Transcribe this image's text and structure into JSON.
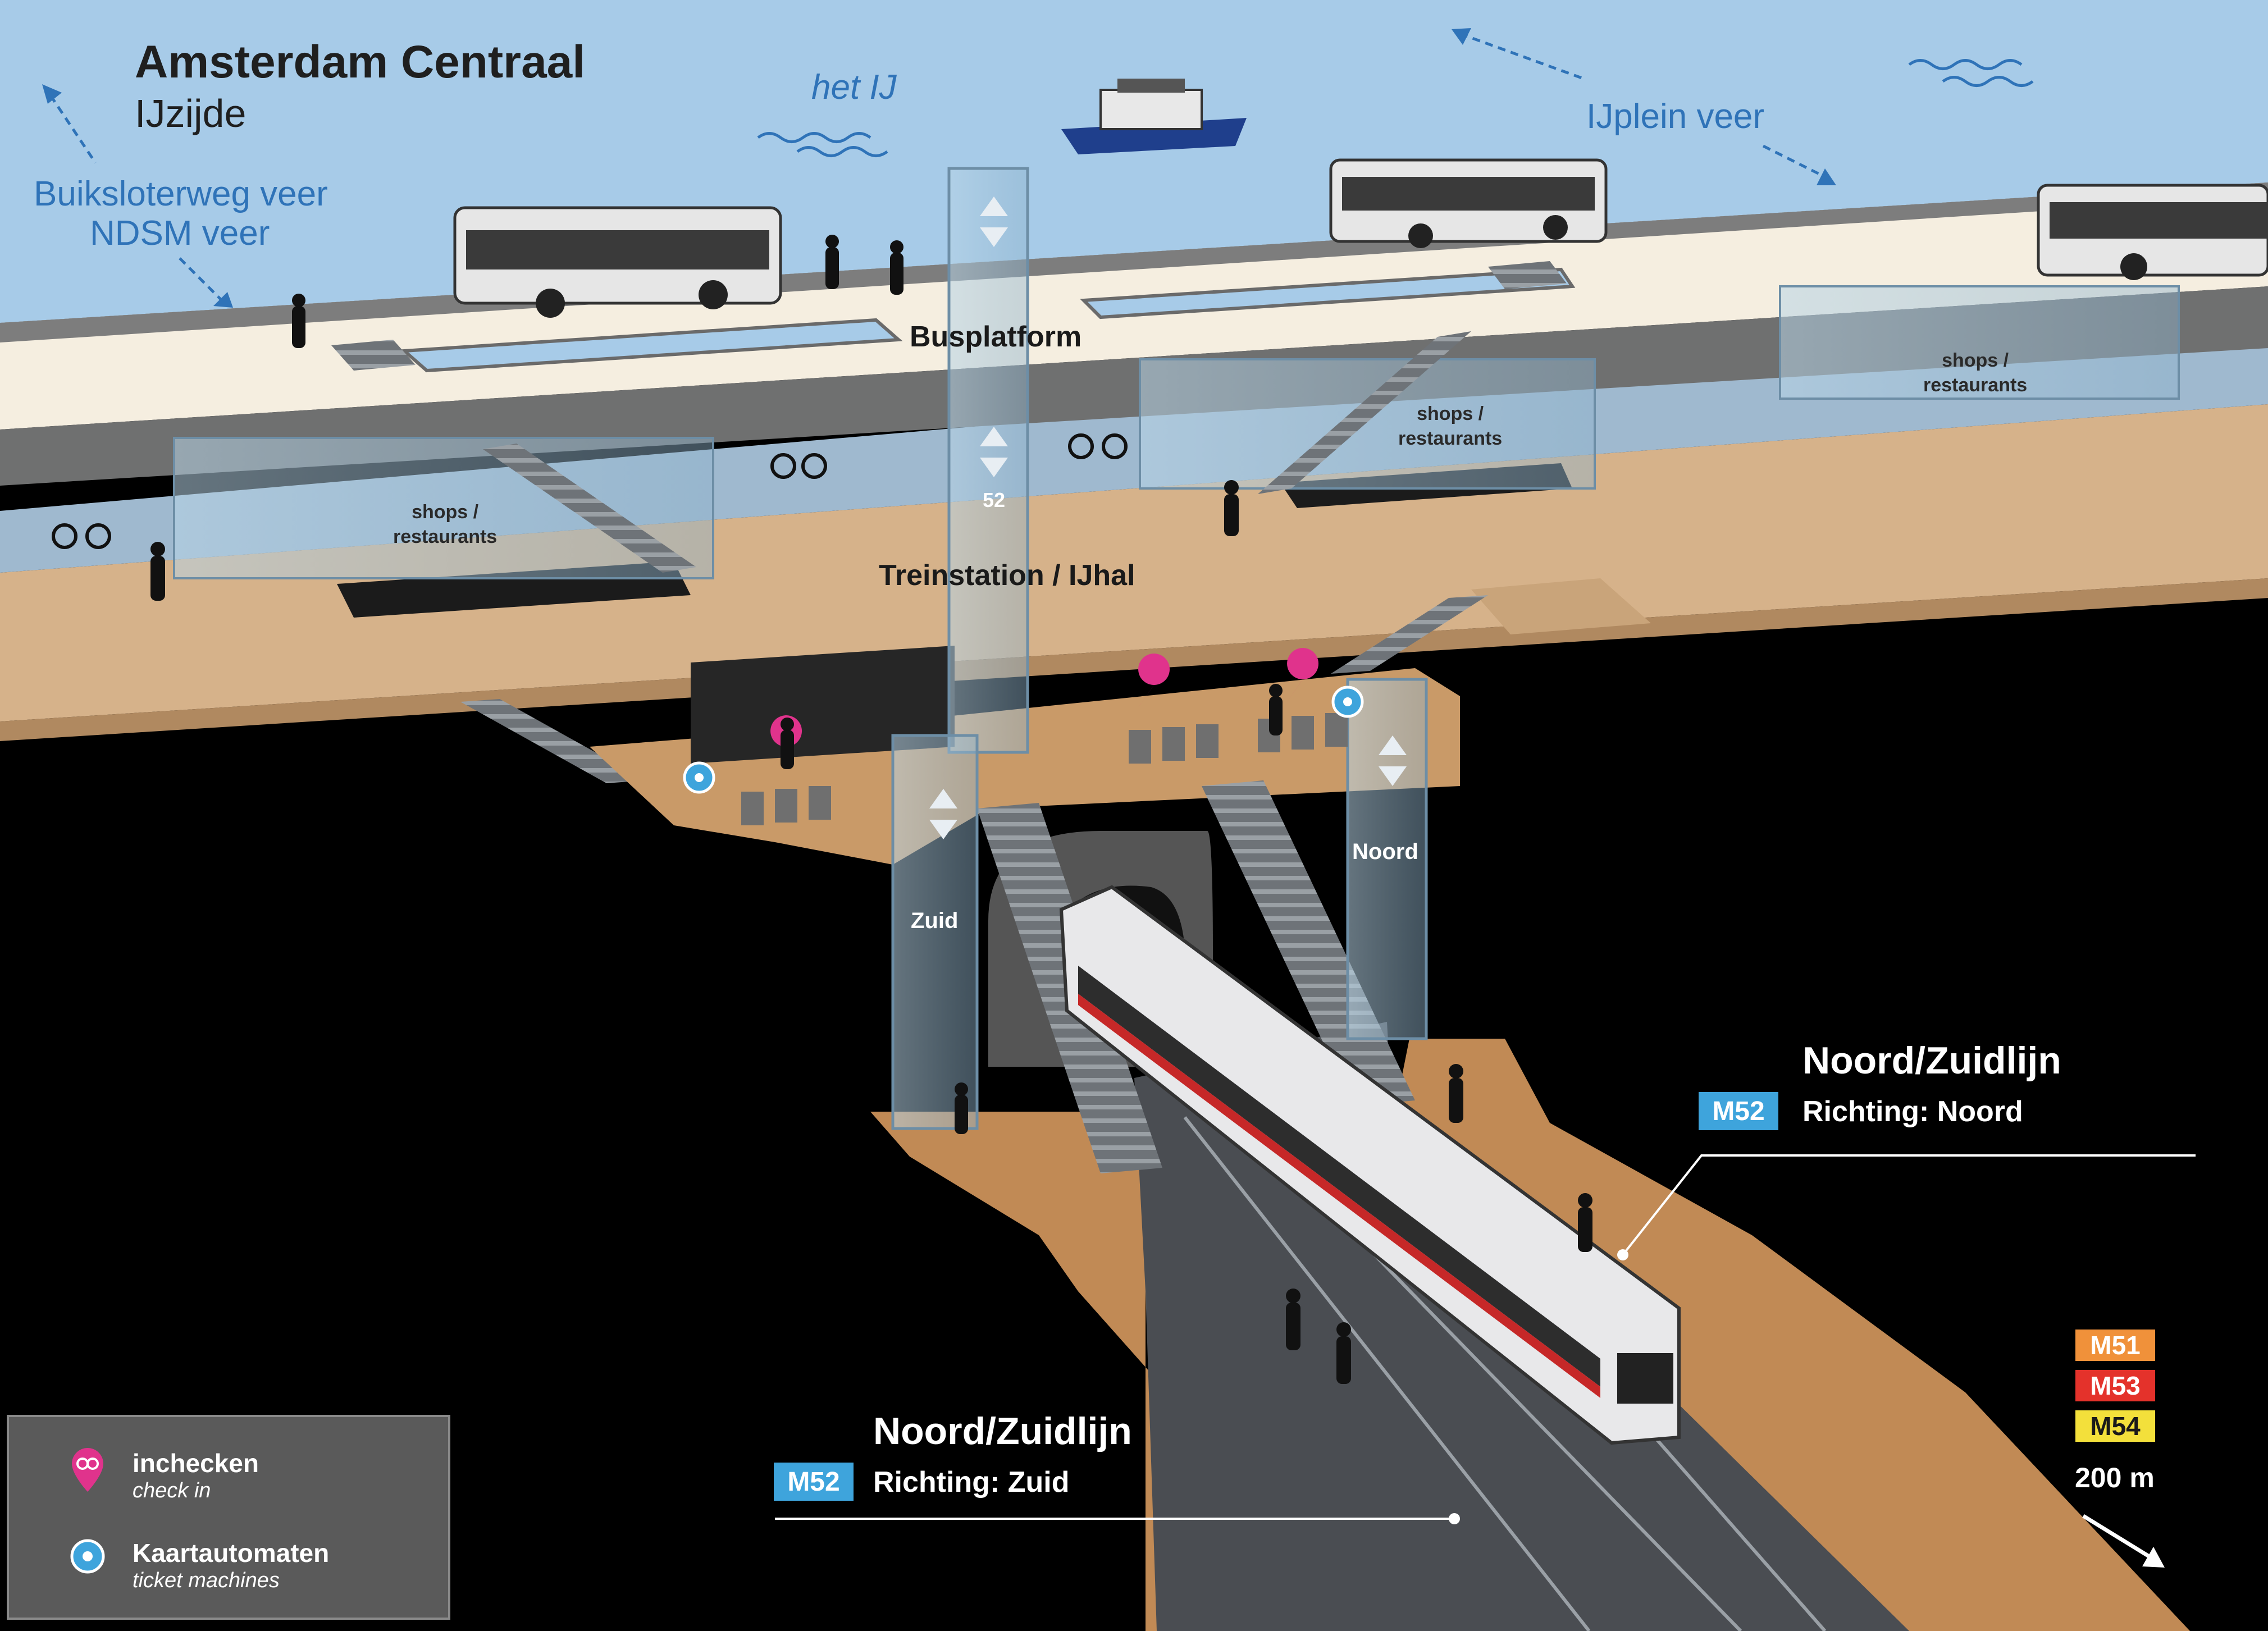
{
  "header": {
    "title": "Amsterdam Centraal",
    "subtitle": "IJzijde"
  },
  "water": {
    "river": "het IJ",
    "ferry_left_1": "Buiksloterweg veer",
    "ferry_left_2": "NDSM veer",
    "ferry_right": "IJplein veer"
  },
  "levels": {
    "bus": "Busplatform",
    "train": "Treinstation / IJhal",
    "shops": [
      "shops /",
      "restaurants"
    ]
  },
  "elevators": {
    "zuid": "Zuid",
    "noord": "Noord",
    "bus_number": "52"
  },
  "metro": {
    "north": {
      "line": "Noord/Zuidlijn",
      "badge": "M52",
      "direction": "Richting: Noord"
    },
    "south": {
      "line": "Noord/Zuidlijn",
      "badge": "M52",
      "direction": "Richting: Zuid"
    },
    "other_lines": [
      {
        "name": "M51",
        "color": "#f0913a"
      },
      {
        "name": "M53",
        "color": "#e4322b"
      },
      {
        "name": "M54",
        "color": "#f3e03b"
      }
    ],
    "distance": "200 m"
  },
  "legend": {
    "checkin_title": "inchecken",
    "checkin_sub": "check in",
    "ticket_title": "Kaartautomaten",
    "ticket_sub": "ticket machines"
  },
  "colors": {
    "sky": "#a7cbe8",
    "bus_deck": "#f5eee0",
    "train_deck": "#d6b28a",
    "metro_floor": "#c18a55",
    "badge_blue": "#3ea4dc",
    "checkin_pink": "#e0338c"
  }
}
